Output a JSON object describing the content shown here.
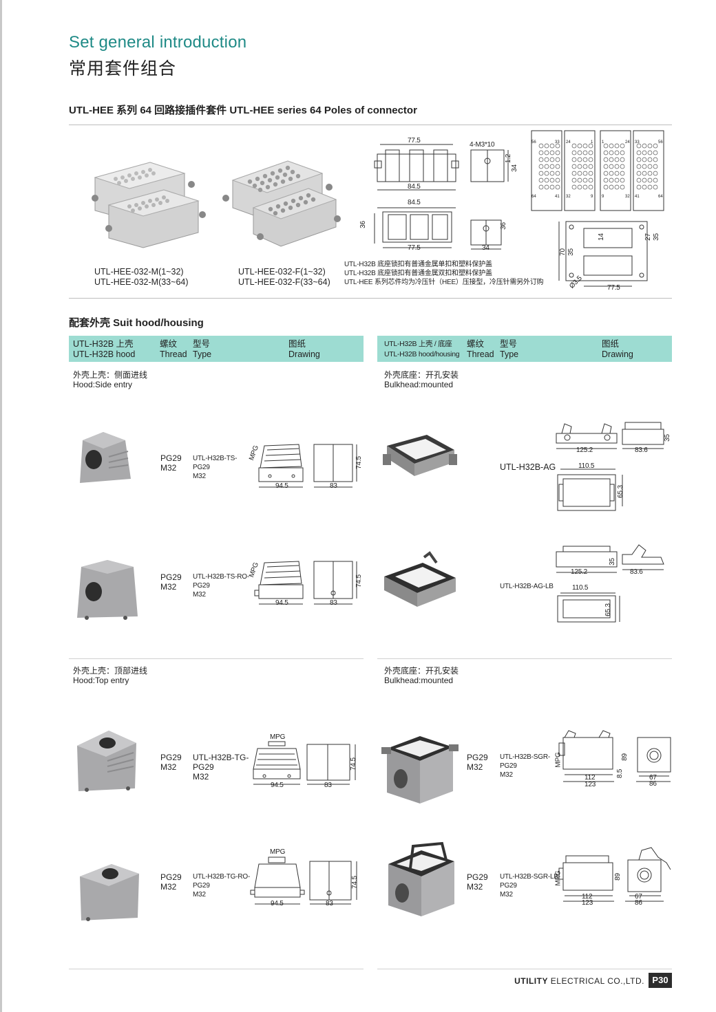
{
  "page": {
    "title_en": "Set general introduction",
    "title_cn": "常用套件组合"
  },
  "connector": {
    "section_title": "UTL-HEE 系列 64 回路接插件套件  UTL-HEE series 64 Poles of connector",
    "male_caption_1": "UTL-HEE-032-M(1~32)",
    "male_caption_2": "UTL-HEE-032-M(33~64)",
    "female_caption_1": "UTL-HEE-032-F(1~32)",
    "female_caption_2": "UTL-HEE-032-F(33~64)",
    "notes": [
      "UTL-H32B 底座锁扣有普通金属单扣和塑料保护盖",
      "UTL-H32B 底座锁扣有普通金属双扣和塑料保护盖",
      "UTL-HEE 系列芯件均为冷压针（HEE）压接型，冷压针需另外订购"
    ],
    "dims": {
      "top_width": "77.5",
      "top_base": "84.5",
      "screw": "4-M3*10",
      "side_a": "1.2",
      "side_h": "34",
      "front_top": "84.5",
      "front_h": "36",
      "front_bottom": "77.5",
      "side2_w": "34",
      "side2_h": "36",
      "panel_h": "70",
      "panel_h2": "35",
      "panel_a": "14",
      "panel_b": "27",
      "panel_c": "35",
      "panel_w": "77.5",
      "panel_hole": "Ø3.5"
    },
    "pin_labels": {
      "a_tl": "56",
      "a_tr": "33",
      "a_bl": "64",
      "a_br": "41",
      "b_tl": "24",
      "b_tr": "1",
      "b_bl": "32",
      "b_br": "9",
      "c_tl": "1",
      "c_tr": "24",
      "c_bl": "9",
      "c_br": "32",
      "d_tl": "33",
      "d_tr": "56",
      "d_bl": "41",
      "d_br": "64"
    }
  },
  "housing": {
    "section_title": "配套外壳  Suit hood/housing",
    "left_header": {
      "col1_cn": "UTL-H32B 上壳",
      "col1_en": "UTL-H32B hood",
      "col2_cn": "螺纹",
      "col2_en": "Thread",
      "col3_cn": "型号",
      "col3_en": "Type",
      "col4_cn": "图纸",
      "col4_en": "Drawing"
    },
    "right_header": {
      "col1_cn": "UTL-H32B 上壳 / 底座",
      "col1_en": "UTL-H32B hood/housing",
      "col2_cn": "螺纹",
      "col2_en": "Thread",
      "col3_cn": "型号",
      "col3_en": "Type",
      "col4_cn": "图纸",
      "col4_en": "Drawing"
    },
    "group1_left": {
      "cn": "外壳上壳：侧面进线",
      "en": "Hood:Side entry"
    },
    "group1_right": {
      "cn": "外壳底座：开孔安装",
      "en": "Bulkhead:mounted"
    },
    "group2_left": {
      "cn": "外壳上壳：顶部进线",
      "en": "Hood:Top entry"
    },
    "group2_right": {
      "cn": "外壳底座：开孔安装",
      "en": "Bulkhead:mounted"
    },
    "hood_items": [
      {
        "thread1": "PG29",
        "thread2": "M32",
        "type1": "UTL-H32B-TS-",
        "type2": "PG29",
        "type3": "M32",
        "d_w": "94.5",
        "d_s": "83",
        "d_h": "74.5",
        "d_label": "MPG"
      },
      {
        "thread1": "PG29",
        "thread2": "M32",
        "type1": "UTL-H32B-TS-RO-",
        "type2": "PG29",
        "type3": "M32",
        "d_w": "94.5",
        "d_s": "83",
        "d_h": "74.5",
        "d_label": "MPG"
      },
      {
        "thread1": "PG29",
        "thread2": "M32",
        "type1": "UTL-H32B-TG-",
        "type2": "PG29",
        "type3": "M32",
        "d_w": "94.5",
        "d_s": "83",
        "d_h": "74.5",
        "d_label": "MPG"
      },
      {
        "thread1": "PG29",
        "thread2": "M32",
        "type1": "UTL-H32B-TG-RO-",
        "type2": "PG29",
        "type3": "M32",
        "d_w": "94.5",
        "d_s": "83",
        "d_h": "74.5",
        "d_label": "MPG"
      }
    ],
    "base_items": [
      {
        "type1": "UTL-H32B-AG",
        "d_w": "125.2",
        "d_s": "83.6",
        "d_h": "35",
        "d_w2": "110.5",
        "d_h2": "65.3"
      },
      {
        "type1": "UTL-H32B-AG-LB",
        "d_w": "125.2",
        "d_s": "83.6",
        "d_h": "35",
        "d_w2": "110.5",
        "d_h2": "65.3"
      },
      {
        "thread1": "PG29",
        "thread2": "M32",
        "type1": "UTL-H32B-SGR-",
        "type2": "PG29",
        "type3": "M32",
        "d_w": "112",
        "d_w2": "123",
        "d_h": "89",
        "d_b": "8.5",
        "d_s": "67",
        "d_s2": "86",
        "d_label": "MPG"
      },
      {
        "thread1": "PG29",
        "thread2": "M32",
        "type1": "UTL-H32B-SGR-LB-",
        "type2": "PG29",
        "type3": "M32",
        "d_w": "112",
        "d_w2": "123",
        "d_h": "89",
        "d_s": "67",
        "d_s2": "86",
        "d_label": "MPG"
      }
    ]
  },
  "footer": {
    "company_bold": "UTILITY",
    "company_rest": " ELECTRICAL CO.,LTD.",
    "page_no": "P30"
  }
}
